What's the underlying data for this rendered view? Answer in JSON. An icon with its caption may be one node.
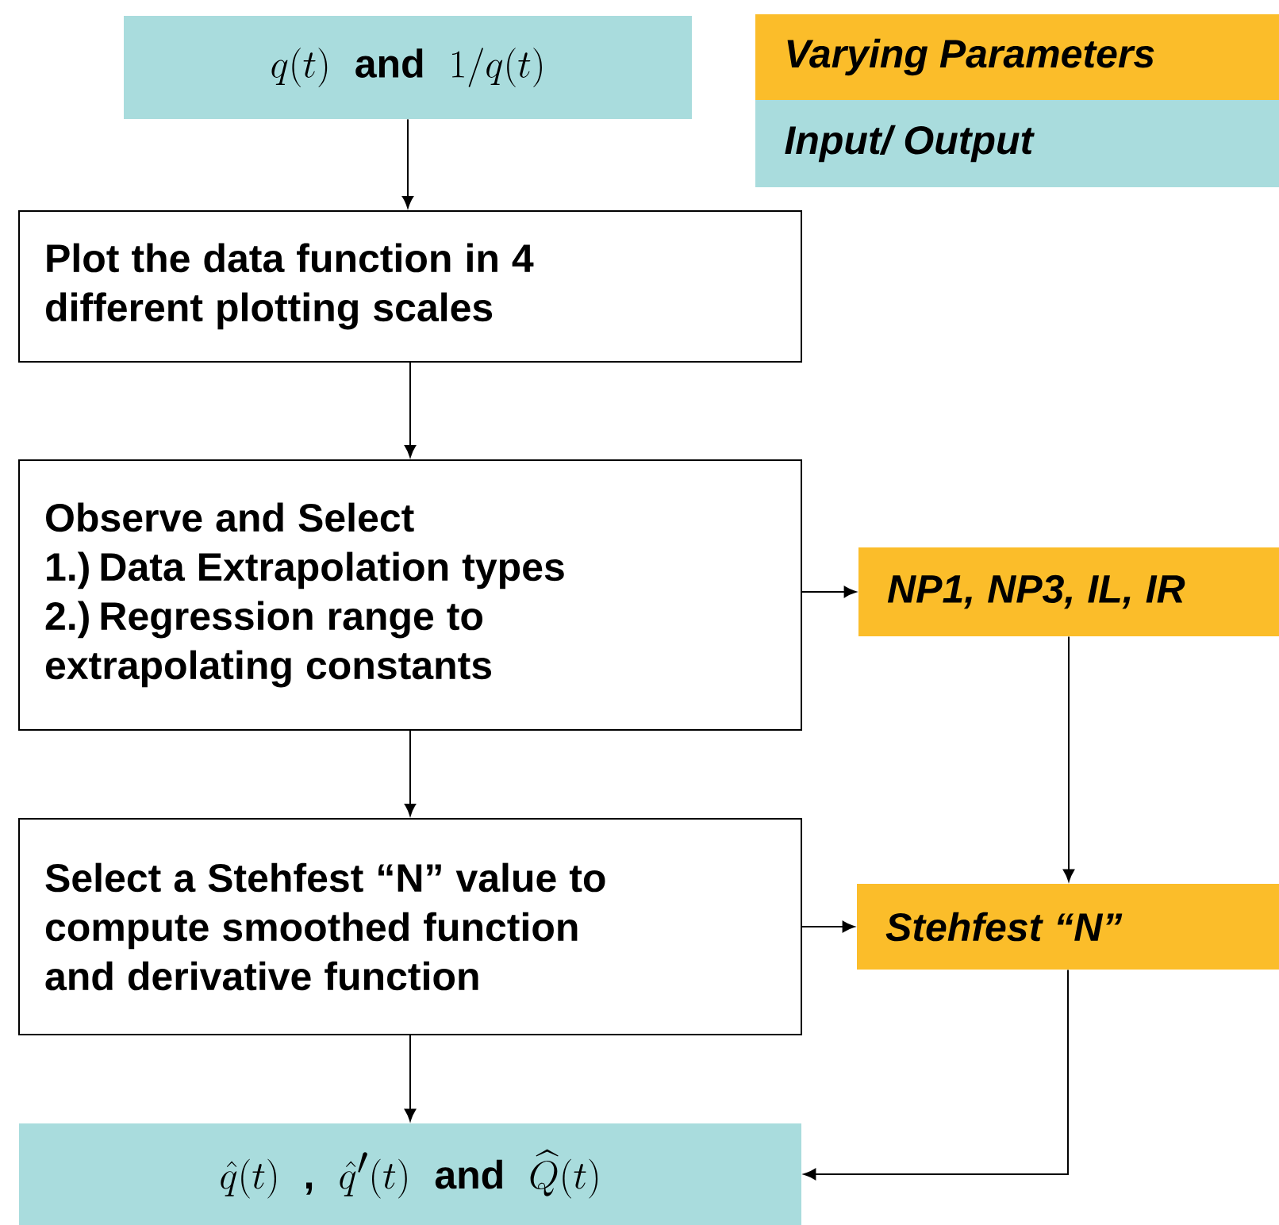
{
  "diagram": {
    "nodes": [
      {
        "text": [
          "q(t)",
          "and",
          "1/q(t)"
        ]
      },
      {
        "text": [
          "Plot the data function in 4 different plotting scales"
        ]
      },
      {
        "text": [
          "Observe and Select",
          "1.) Data Extrapolation types",
          "2.) Regression range to extrapolating constants"
        ]
      },
      {
        "text": [
          "NP1, NP3, IL, IR"
        ]
      },
      {
        "text": [
          "Select a Stehfest “N” value to compute smoothed function and derivative function"
        ]
      },
      {
        "text": [
          "Stehfest “N”"
        ]
      },
      {
        "text": [
          "\\hat{q}(t)",
          ",",
          "\\hat{q}'(t)",
          "and",
          "\\widehat{Q}(t)"
        ]
      }
    ],
    "edges": [
      {
        "from": 0,
        "to": 1,
        "arrow": "to"
      },
      {
        "from": 1,
        "to": 2,
        "arrow": "to"
      },
      {
        "from": 2,
        "to": 3,
        "arrow": "to"
      },
      {
        "from": 2,
        "to": 4,
        "arrow": "to"
      },
      {
        "from": 3,
        "to": 5,
        "arrow": "to"
      },
      {
        "from": 4,
        "to": 5,
        "arrow": "to"
      },
      {
        "from": 4,
        "to": 6,
        "arrow": "to"
      },
      {
        "from": 5,
        "to": 6,
        "arrow": "to"
      }
    ],
    "legend": [
      {
        "text": "Varying Parameters",
        "color": "#fbbd2a"
      },
      {
        "text": "Input/ Output",
        "color": "#a9dcdd"
      }
    ]
  }
}
